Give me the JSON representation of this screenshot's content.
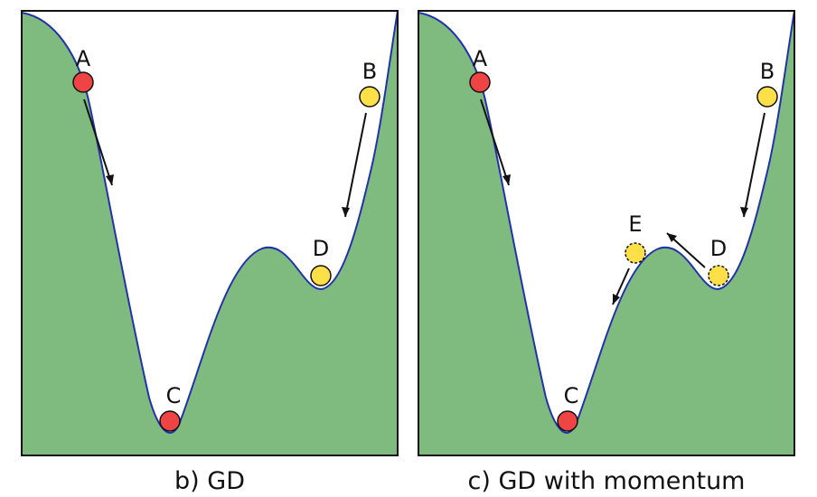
{
  "panels": [
    {
      "id": "gd",
      "caption": "b) GD",
      "labels": {
        "A": "A",
        "B": "B",
        "C": "C",
        "D": "D"
      },
      "ball_colors": {
        "A": "#ef4444",
        "B": "#fde047",
        "C": "#ef4444",
        "D": "#fde047"
      }
    },
    {
      "id": "momentum",
      "caption": "c) GD with momentum",
      "labels": {
        "A": "A",
        "B": "B",
        "C": "C",
        "D": "D",
        "E": "E"
      },
      "ball_colors": {
        "A": "#ef4444",
        "B": "#fde047",
        "C": "#ef4444",
        "D": "#fde047",
        "E": "#fde047"
      }
    }
  ],
  "colors": {
    "fill": "#7fba7f",
    "curve": "#2233aa",
    "frame": "#111111",
    "arrow": "#111111"
  }
}
